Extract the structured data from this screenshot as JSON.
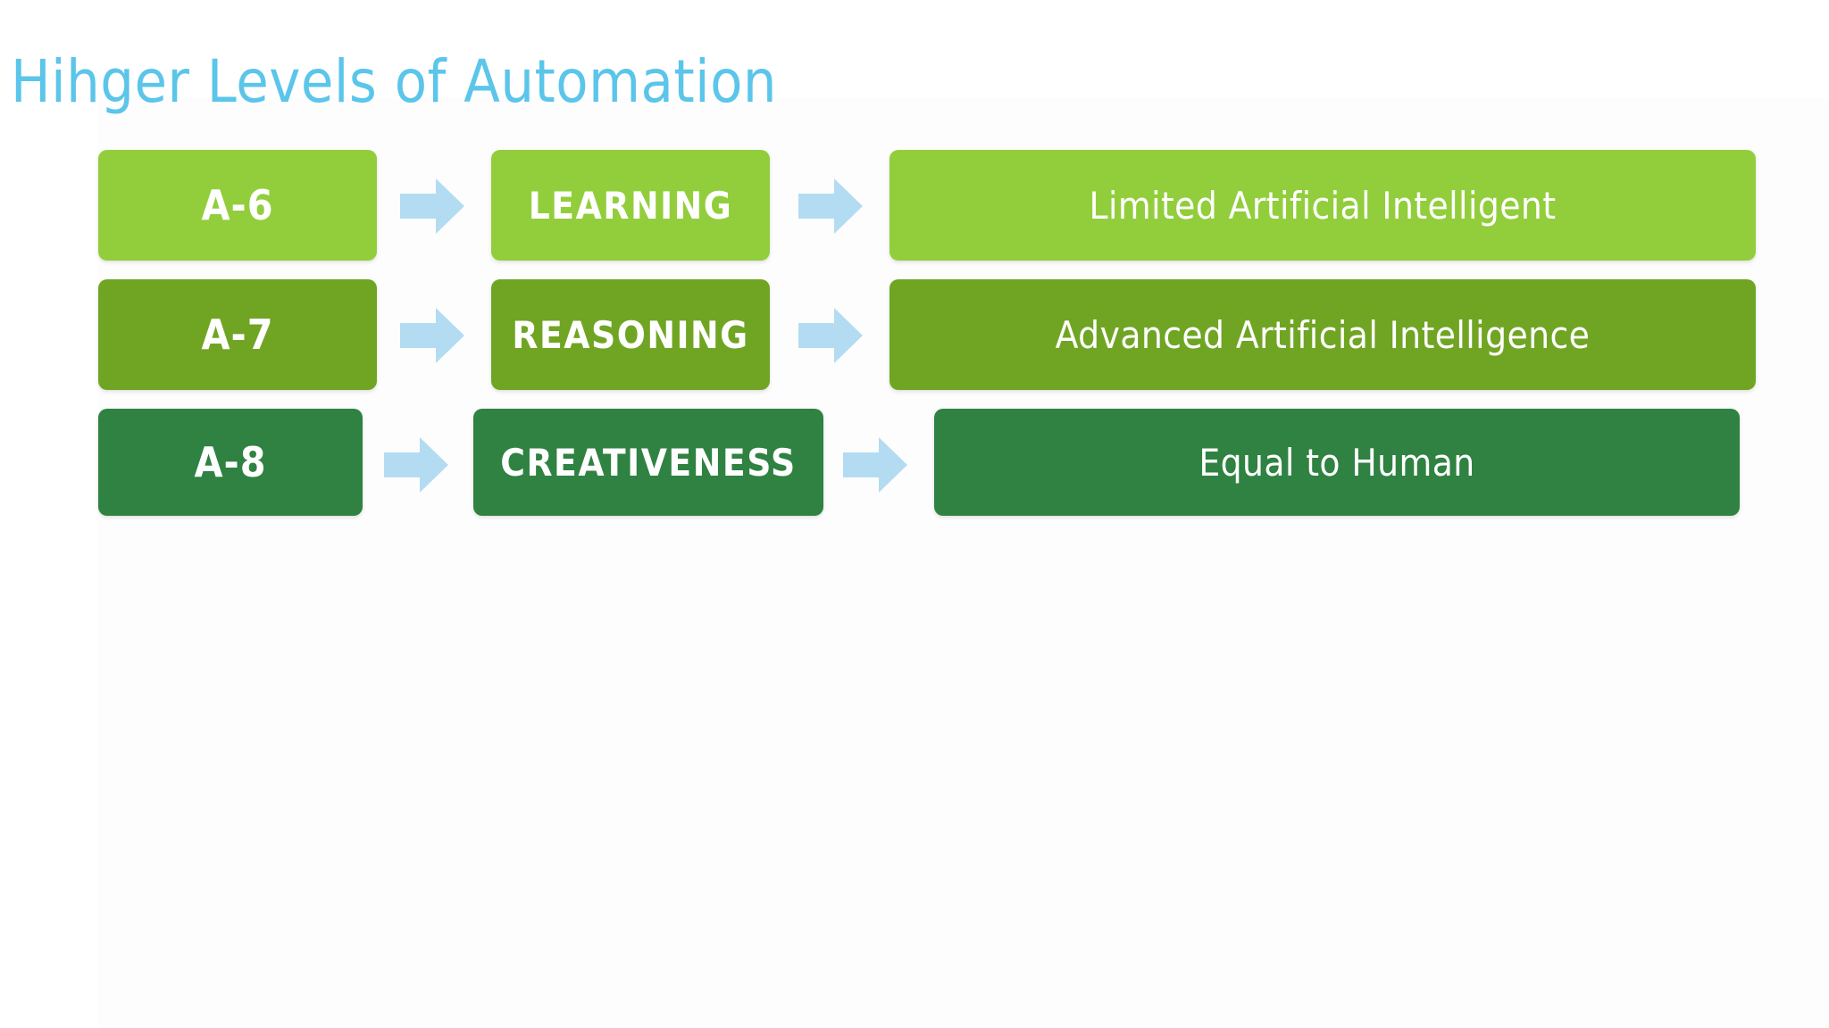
{
  "slide": {
    "title": "Hihger Levels of Automation",
    "title_color": "#5BC5EA",
    "background_color": "#FFFFFF"
  },
  "palette": {
    "row_1_green": "#92CE3C",
    "row_2_green": "#70A524",
    "row_3_green": "#2F8241",
    "arrow_blue": "#B3DCF2",
    "node_text": "#FFFFFF"
  },
  "diagram": {
    "type": "flow",
    "arrow_icon": "right-block-arrow-icon",
    "rows": [
      {
        "code": "A-6",
        "stage": "LEARNING",
        "description": "Limited Artificial Intelligent",
        "color": "#92CE3C"
      },
      {
        "code": "A-7",
        "stage": "REASONING",
        "description": "Advanced Artificial Intelligence",
        "color": "#70A524"
      },
      {
        "code": "A-8",
        "stage": "CREATIVENESS",
        "description": "Equal to Human",
        "color": "#2F8241"
      }
    ]
  }
}
